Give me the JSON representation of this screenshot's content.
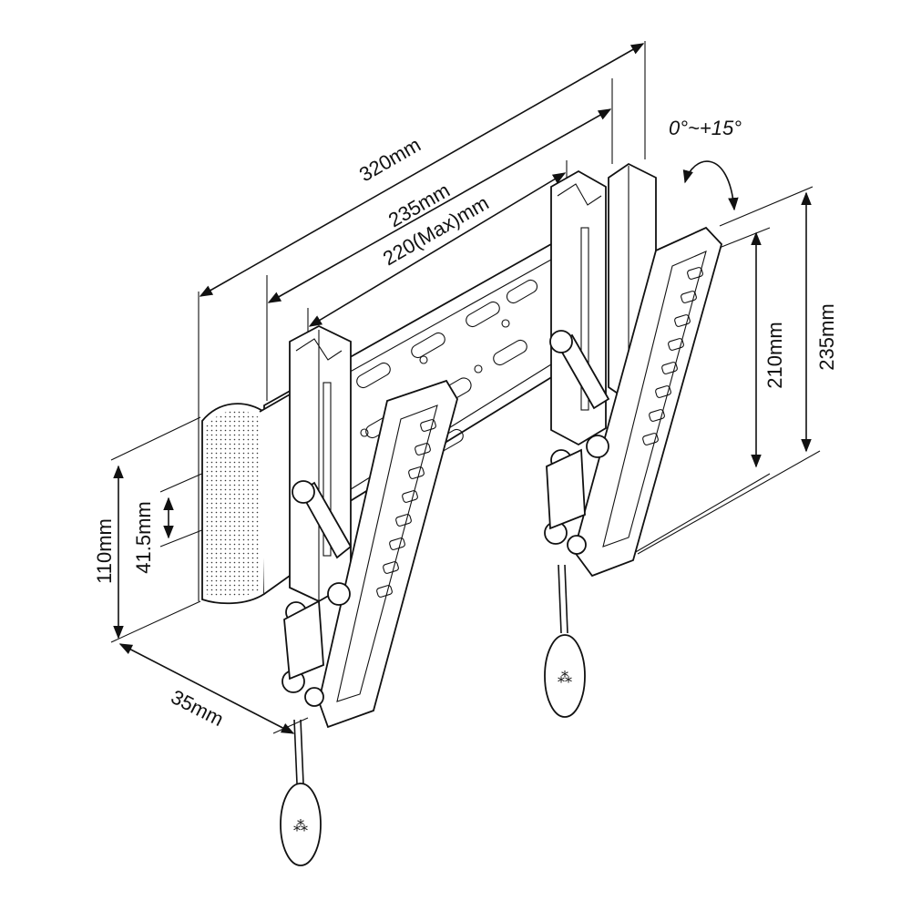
{
  "diagram": {
    "dimensions": {
      "width_total": "320mm",
      "width_rail": "235mm",
      "width_max": "220(Max)mm",
      "tilt": "0°~+15°",
      "height_bracket": "235mm",
      "height_arm": "210mm",
      "height_spacer": "110mm",
      "spacer_gap": "41.5mm",
      "depth": "35mm"
    },
    "colors": {
      "ink": "#111111",
      "paper": "#ffffff"
    }
  }
}
